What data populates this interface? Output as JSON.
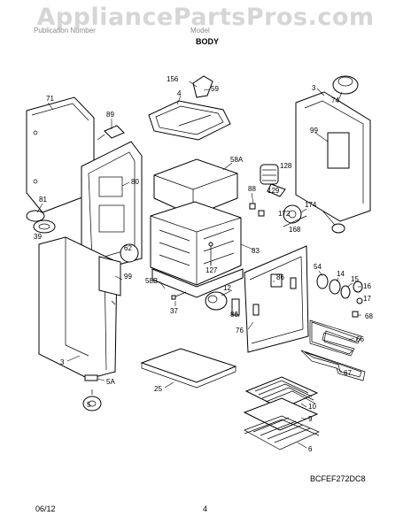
{
  "watermark": "AppliancePartsPros.com",
  "header": {
    "left_text": "Publication Number",
    "mid_text": "Model",
    "title": "BODY"
  },
  "footer": {
    "date": "06/12",
    "page": "4"
  },
  "model_code": "BCFEF272DC8",
  "labels": {
    "l71": "71",
    "l89": "89",
    "l156": "156",
    "l4": "4",
    "l59": "59",
    "l3a": "3",
    "l74": "74",
    "l99a": "99",
    "l58a": "58A",
    "l128": "128",
    "l129": "129",
    "l88": "88",
    "l80": "80",
    "l81": "81",
    "l39": "39",
    "l174": "174",
    "l172": "172",
    "l168": "168",
    "l62": "62",
    "l99b": "99",
    "l127": "127",
    "l83": "83",
    "l58b": "58B",
    "l54": "54",
    "l14": "14",
    "l15": "15",
    "l86a": "86",
    "l12": "12",
    "l16": "16",
    "l17": "17",
    "l37": "37",
    "l86b": "86",
    "l68": "68",
    "l76": "76",
    "l66": "66",
    "l3b": "3",
    "l5a": "5A",
    "l67": "67",
    "l25": "25",
    "l5": "5",
    "l10": "10",
    "l9": "9",
    "l6": "6"
  }
}
